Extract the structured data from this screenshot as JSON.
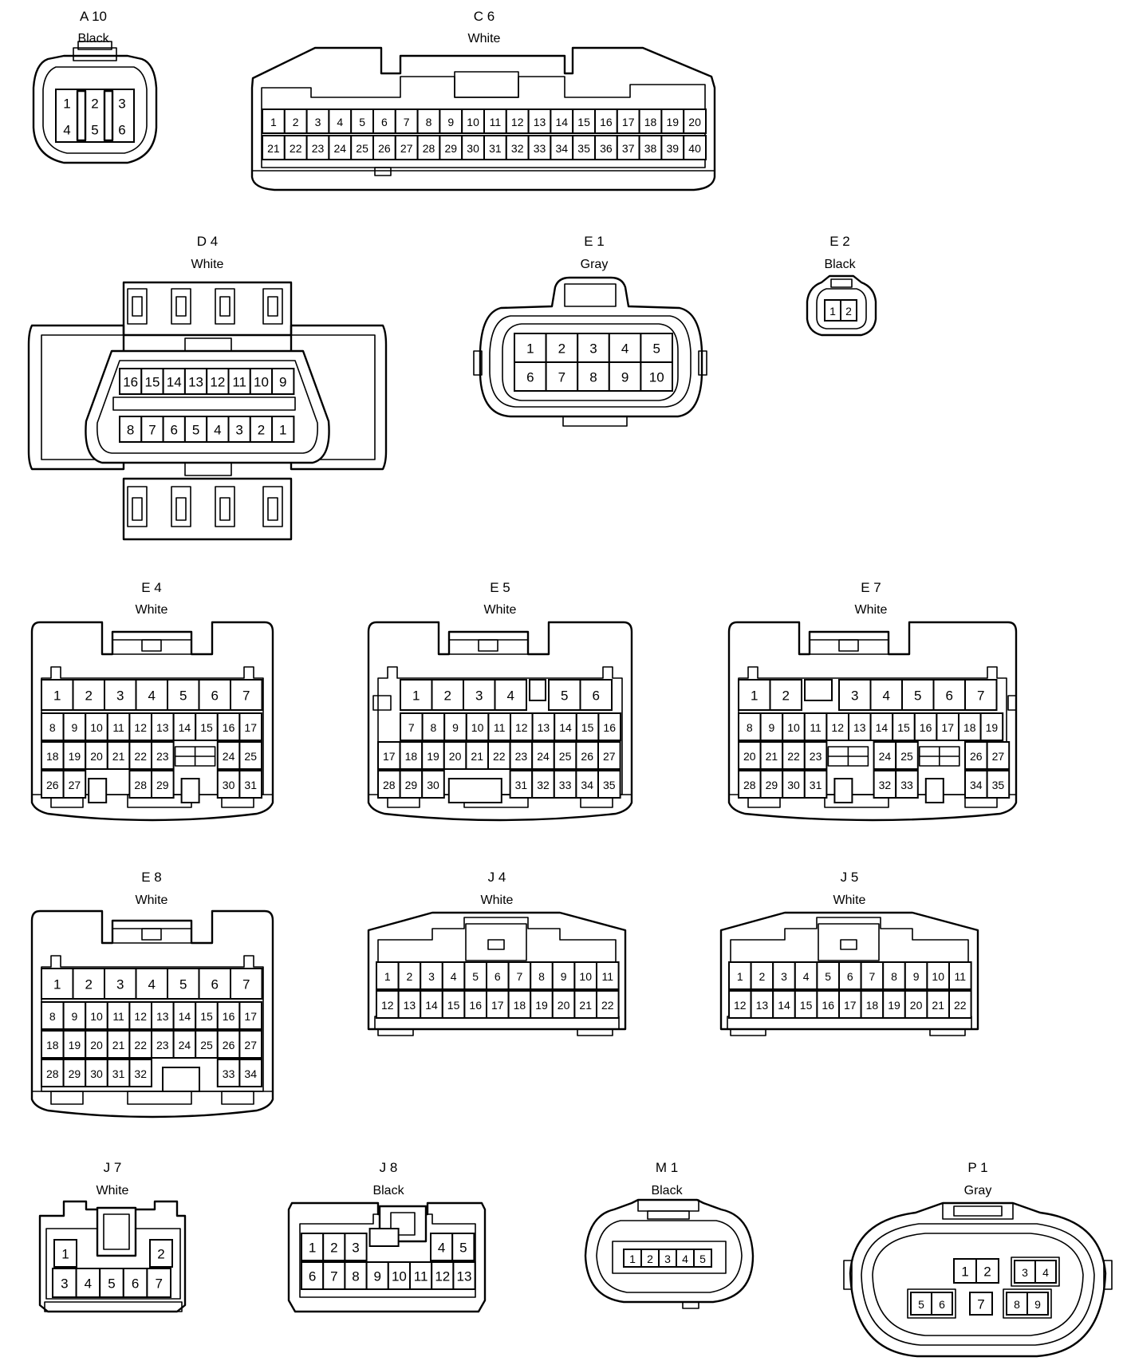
{
  "connectors": [
    {
      "id": "A 10",
      "color": "Black",
      "pins": [
        "1",
        "2",
        "3",
        "4",
        "5",
        "6"
      ]
    },
    {
      "id": "C 6",
      "color": "White",
      "pins": [
        "1",
        "2",
        "3",
        "4",
        "5",
        "6",
        "7",
        "8",
        "9",
        "10",
        "11",
        "12",
        "13",
        "14",
        "15",
        "16",
        "17",
        "18",
        "19",
        "20",
        "21",
        "22",
        "23",
        "24",
        "25",
        "26",
        "27",
        "28",
        "29",
        "30",
        "31",
        "32",
        "33",
        "34",
        "35",
        "36",
        "37",
        "38",
        "39",
        "40"
      ]
    },
    {
      "id": "D 4",
      "color": "White",
      "pins": [
        "16",
        "15",
        "14",
        "13",
        "12",
        "11",
        "10",
        "9",
        "8",
        "7",
        "6",
        "5",
        "4",
        "3",
        "2",
        "1"
      ]
    },
    {
      "id": "E 1",
      "color": "Gray",
      "pins": [
        "1",
        "2",
        "3",
        "4",
        "5",
        "6",
        "7",
        "8",
        "9",
        "10"
      ]
    },
    {
      "id": "E 2",
      "color": "Black",
      "pins": [
        "1",
        "2"
      ]
    },
    {
      "id": "E 4",
      "color": "White",
      "pins": [
        "1",
        "2",
        "3",
        "4",
        "5",
        "6",
        "7",
        "8",
        "9",
        "10",
        "11",
        "12",
        "13",
        "14",
        "15",
        "16",
        "17",
        "18",
        "19",
        "20",
        "21",
        "22",
        "23",
        "24",
        "25",
        "26",
        "27",
        "28",
        "29",
        "30",
        "31"
      ]
    },
    {
      "id": "E 5",
      "color": "White",
      "pins": [
        "1",
        "2",
        "3",
        "4",
        "5",
        "6",
        "7",
        "8",
        "9",
        "10",
        "11",
        "12",
        "13",
        "14",
        "15",
        "16",
        "17",
        "18",
        "19",
        "20",
        "21",
        "22",
        "23",
        "24",
        "25",
        "26",
        "27",
        "28",
        "29",
        "30",
        "31",
        "32",
        "33",
        "34",
        "35"
      ]
    },
    {
      "id": "E 7",
      "color": "White",
      "pins": [
        "1",
        "2",
        "3",
        "4",
        "5",
        "6",
        "7",
        "8",
        "9",
        "10",
        "11",
        "12",
        "13",
        "14",
        "15",
        "16",
        "17",
        "18",
        "19",
        "20",
        "21",
        "22",
        "23",
        "24",
        "25",
        "26",
        "27",
        "28",
        "29",
        "30",
        "31",
        "32",
        "33",
        "34",
        "35"
      ]
    },
    {
      "id": "E 8",
      "color": "White",
      "pins": [
        "1",
        "2",
        "3",
        "4",
        "5",
        "6",
        "7",
        "8",
        "9",
        "10",
        "11",
        "12",
        "13",
        "14",
        "15",
        "16",
        "17",
        "18",
        "19",
        "20",
        "21",
        "22",
        "23",
        "24",
        "25",
        "26",
        "27",
        "28",
        "29",
        "30",
        "31",
        "32",
        "33",
        "34"
      ]
    },
    {
      "id": "J 4",
      "color": "White",
      "pins": [
        "1",
        "2",
        "3",
        "4",
        "5",
        "6",
        "7",
        "8",
        "9",
        "10",
        "11",
        "12",
        "13",
        "14",
        "15",
        "16",
        "17",
        "18",
        "19",
        "20",
        "21",
        "22"
      ]
    },
    {
      "id": "J 5",
      "color": "White",
      "pins": [
        "1",
        "2",
        "3",
        "4",
        "5",
        "6",
        "7",
        "8",
        "9",
        "10",
        "11",
        "12",
        "13",
        "14",
        "15",
        "16",
        "17",
        "18",
        "19",
        "20",
        "21",
        "22"
      ]
    },
    {
      "id": "J 7",
      "color": "White",
      "pins": [
        "1",
        "2",
        "3",
        "4",
        "5",
        "6",
        "7"
      ]
    },
    {
      "id": "J 8",
      "color": "Black",
      "pins": [
        "1",
        "2",
        "3",
        "4",
        "5",
        "6",
        "7",
        "8",
        "9",
        "10",
        "11",
        "12",
        "13"
      ]
    },
    {
      "id": "M 1",
      "color": "Black",
      "pins": [
        "1",
        "2",
        "3",
        "4",
        "5"
      ]
    },
    {
      "id": "P 1",
      "color": "Gray",
      "pins": [
        "1",
        "2",
        "3",
        "4",
        "5",
        "6",
        "7",
        "8",
        "9"
      ]
    }
  ]
}
